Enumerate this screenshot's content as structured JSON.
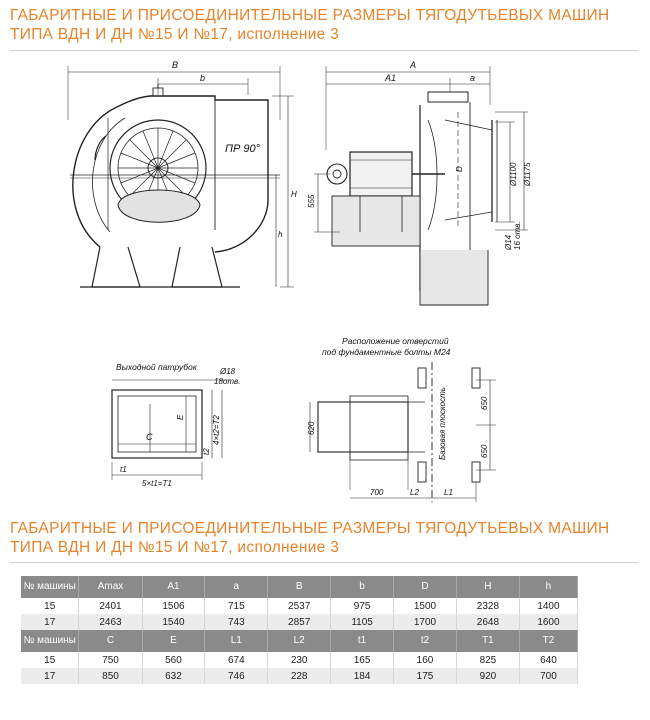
{
  "title_top": [
    "ГАБАРИТНЫЕ И ПРИСОЕДИНИТЕЛЬНЫЕ РАЗМЕРЫ ТЯГОДУТЬЕВЫХ МАШИН",
    "ТИПА ВДН И ДН №15 И №17, исполнение 3"
  ],
  "title_bottom": [
    "ГАБАРИТНЫЕ И ПРИСОЕДИНИТЕЛЬНЫЕ РАЗМЕРЫ ТЯГОДУТЬЕВЫХ МАШИН",
    "ТИПА ВДН И ДН №15 И №17, исполнение 3"
  ],
  "drawing": {
    "front": {
      "B": "B",
      "b": "b",
      "rotation": "ПР 90°",
      "H": "H",
      "h": "h"
    },
    "side": {
      "A": "A",
      "A1": "A1",
      "a": "a",
      "height555": "555",
      "D": "D",
      "d1100": "Ø1100",
      "d1175": "Ø1175",
      "holes": "Ø14",
      "holes_count": "16 отв."
    },
    "outlet": {
      "caption": "Выходной патрубок",
      "hole": "Ø18",
      "hole_count": "18отв.",
      "C": "C",
      "E": "E",
      "T2": "4×t2=T2",
      "t2": "t2",
      "t1": "t1",
      "T1": "5×t1=T1"
    },
    "foundation": {
      "caption1": "Расположение отверстий",
      "caption2": "под фундаментные болты М24",
      "d620": "620",
      "d700": "700",
      "L2": "L2",
      "L1": "L1",
      "d650a": "650",
      "d650b": "650",
      "base": "Базовая плоскость"
    }
  },
  "table": {
    "header1": [
      "№ машины",
      "Amax",
      "A1",
      "a",
      "B",
      "b",
      "D",
      "H",
      "h"
    ],
    "rows1": [
      [
        "15",
        "2401",
        "1506",
        "715",
        "2537",
        "975",
        "1500",
        "2328",
        "1400"
      ],
      [
        "17",
        "2463",
        "1540",
        "743",
        "2857",
        "1105",
        "1700",
        "2648",
        "1600"
      ]
    ],
    "header2": [
      "№ машины",
      "C",
      "E",
      "L1",
      "L2",
      "t1",
      "t2",
      "T1",
      "T2"
    ],
    "rows2": [
      [
        "15",
        "750",
        "560",
        "674",
        "230",
        "165",
        "160",
        "825",
        "640"
      ],
      [
        "17",
        "850",
        "632",
        "746",
        "228",
        "184",
        "175",
        "920",
        "700"
      ]
    ]
  }
}
